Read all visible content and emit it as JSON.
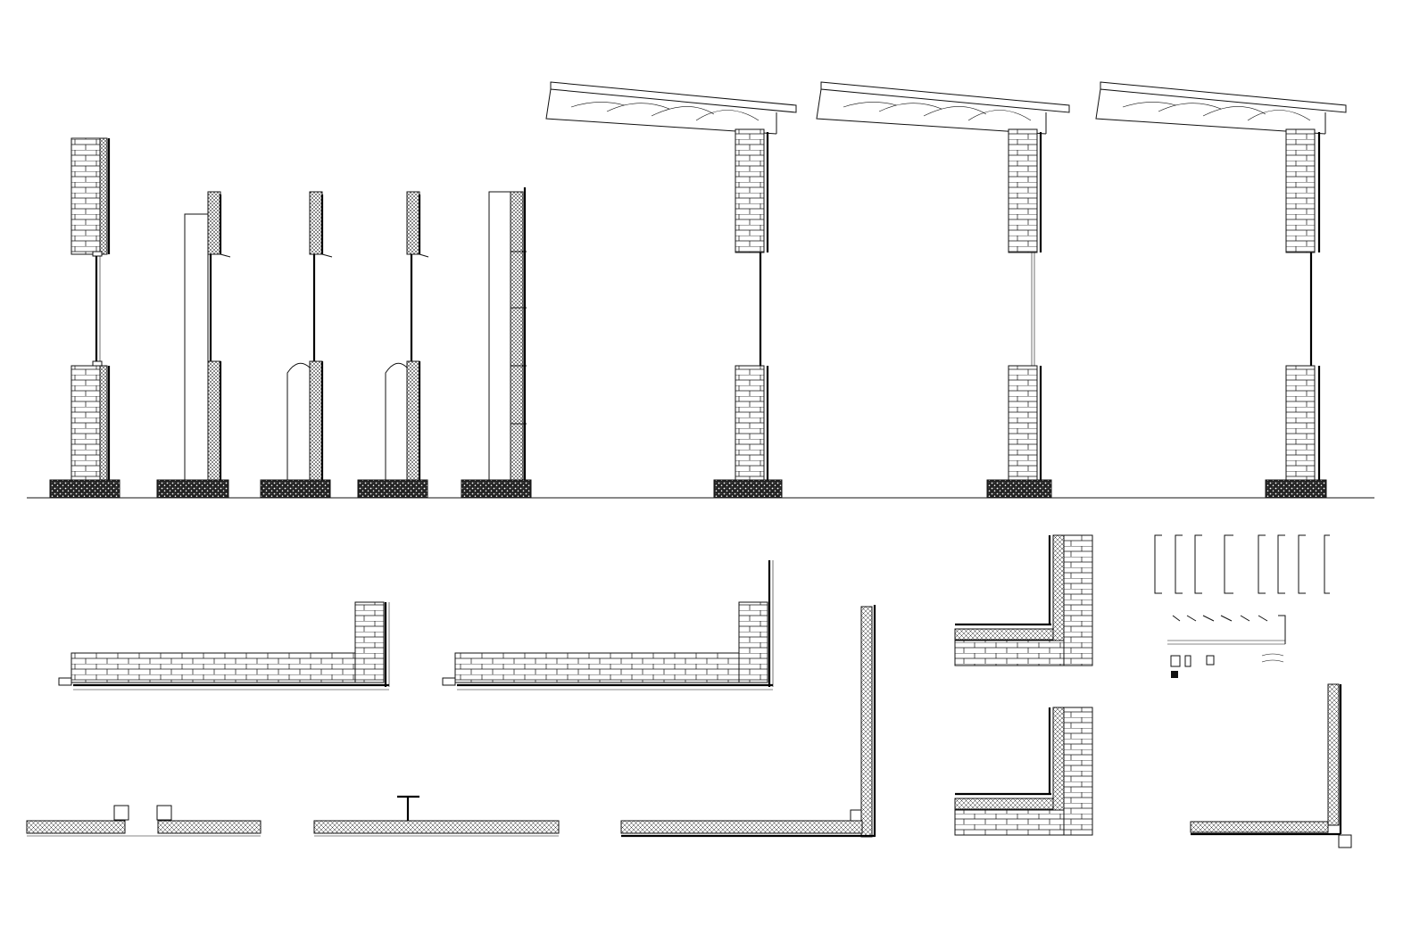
{
  "sheet": {
    "background": "#ffffff",
    "line_color": "#111111",
    "visible_text": []
  },
  "groups": {
    "wall_sections": {
      "types": [
        "brick-window-brick",
        "insulated-panel-window",
        "insulated-panel-window",
        "insulated-panel-window",
        "insulated-panel-full",
        "roof-brick-window-brick",
        "roof-brick-window-brick",
        "roof-brick-window-brick"
      ]
    },
    "plan_details": {
      "brick_corner_plans": 2,
      "panel_joint_plans": 3,
      "insulated_corner_plans": 3,
      "profile_legend_items": 7
    }
  }
}
